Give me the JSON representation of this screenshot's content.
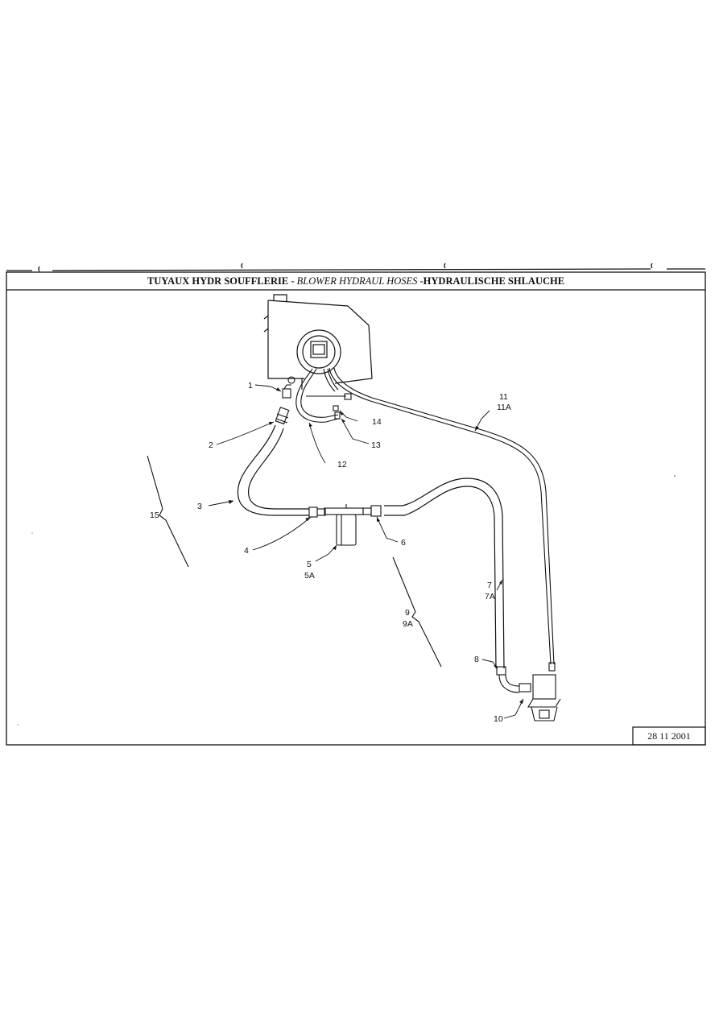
{
  "header": {
    "title_fr": "TUYAUX HYDR SOUFFLERIE - ",
    "title_en": "BLOWER HYDRAUL HOSES",
    "title_de": " -HYDRAULISCHE SHLAUCHE"
  },
  "footer": {
    "date": "28 11 2001"
  },
  "callouts": {
    "c1": "1",
    "c2": "2",
    "c3": "3",
    "c4": "4",
    "c5": "5",
    "c5a": "5A",
    "c6": "6",
    "c7": "7",
    "c7a": "7A",
    "c8": "8",
    "c9": "9",
    "c9a": "9A",
    "c10": "10",
    "c11": "11",
    "c11a": "11A",
    "c12": "12",
    "c13": "13",
    "c14": "14",
    "c15": "15"
  }
}
